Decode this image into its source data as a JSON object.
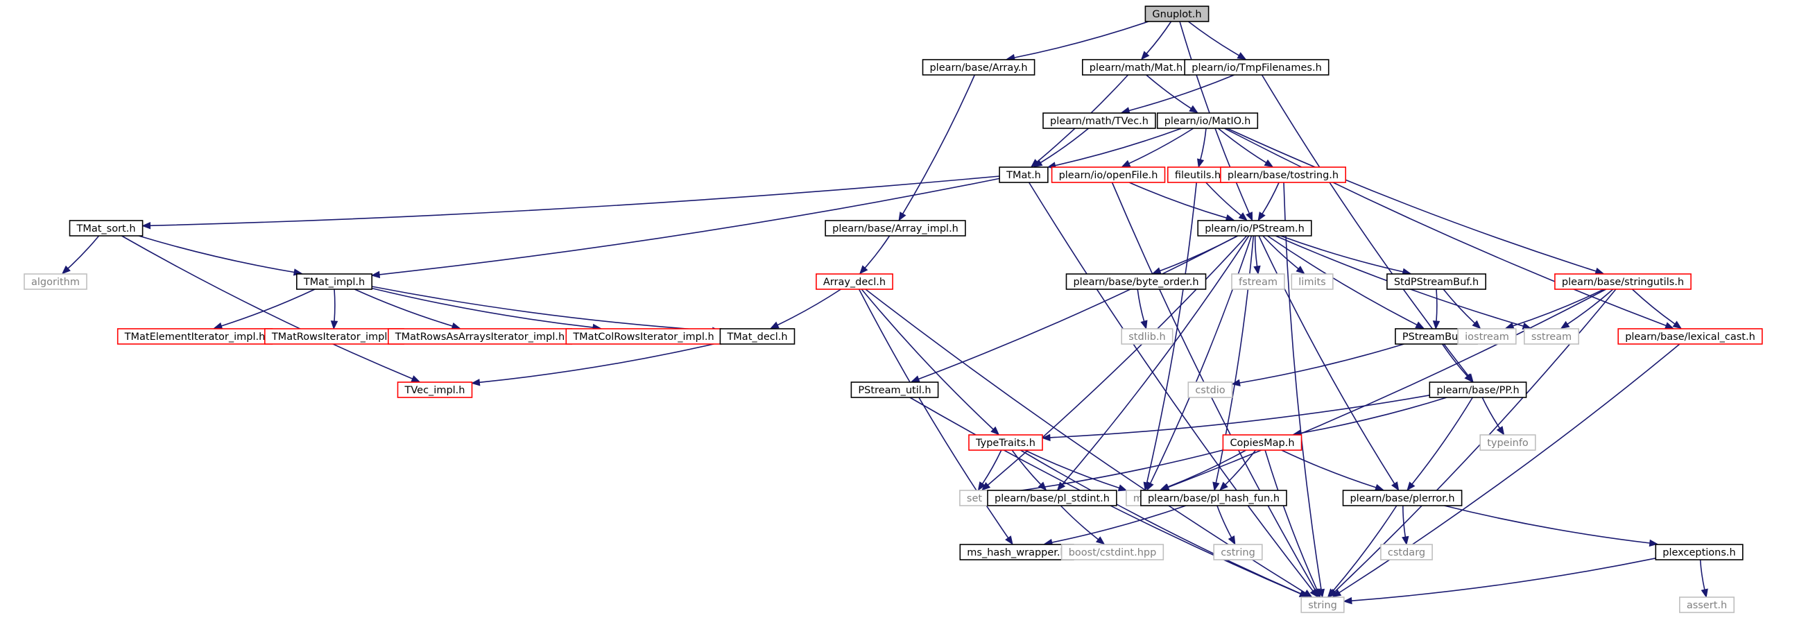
{
  "colors": {
    "edge": "#191970",
    "node_border": "#000000",
    "node_border_red": "#ff0000",
    "node_border_system": "#bfbfbf",
    "node_fill": "#ffffff",
    "root_fill": "#bfbfbf",
    "text": "#000000",
    "text_system": "#808080"
  },
  "nodes": [
    {
      "id": "gnuplot",
      "label": "Gnuplot.h",
      "style": "root"
    },
    {
      "id": "array",
      "label": "plearn/base/Array.h",
      "style": "normal"
    },
    {
      "id": "mat",
      "label": "plearn/math/Mat.h",
      "style": "normal"
    },
    {
      "id": "tmpfilenames",
      "label": "plearn/io/TmpFilenames.h",
      "style": "normal"
    },
    {
      "id": "tvec",
      "label": "plearn/math/TVec.h",
      "style": "normal"
    },
    {
      "id": "matio",
      "label": "plearn/io/MatIO.h",
      "style": "normal"
    },
    {
      "id": "tmat",
      "label": "TMat.h",
      "style": "normal"
    },
    {
      "id": "openfile",
      "label": "plearn/io/openFile.h",
      "style": "red"
    },
    {
      "id": "fileutils",
      "label": "fileutils.h",
      "style": "red"
    },
    {
      "id": "tostring",
      "label": "plearn/base/tostring.h",
      "style": "red"
    },
    {
      "id": "tmatsort",
      "label": "TMat_sort.h",
      "style": "normal"
    },
    {
      "id": "arrayimpl",
      "label": "plearn/base/Array_impl.h",
      "style": "normal"
    },
    {
      "id": "pstream",
      "label": "plearn/io/PStream.h",
      "style": "normal"
    },
    {
      "id": "algorithm",
      "label": "algorithm",
      "style": "system"
    },
    {
      "id": "tmatimpl",
      "label": "TMat_impl.h",
      "style": "normal"
    },
    {
      "id": "arraydecl",
      "label": "Array_decl.h",
      "style": "red"
    },
    {
      "id": "byteorder",
      "label": "plearn/base/byte_order.h",
      "style": "normal"
    },
    {
      "id": "fstream",
      "label": "fstream",
      "style": "system"
    },
    {
      "id": "limits",
      "label": "limits",
      "style": "system"
    },
    {
      "id": "stdpstreambuf",
      "label": "StdPStreamBuf.h",
      "style": "normal"
    },
    {
      "id": "stringutils",
      "label": "plearn/base/stringutils.h",
      "style": "red"
    },
    {
      "id": "tmatelemiter",
      "label": "TMatElementIterator_impl.h",
      "style": "red"
    },
    {
      "id": "tmatrowsiter",
      "label": "TMatRowsIterator_impl.h",
      "style": "red"
    },
    {
      "id": "tmatrowsasarrays",
      "label": "TMatRowsAsArraysIterator_impl.h",
      "style": "red"
    },
    {
      "id": "tmatcolrows",
      "label": "TMatColRowsIterator_impl.h",
      "style": "red"
    },
    {
      "id": "tmatdecl",
      "label": "TMat_decl.h",
      "style": "normal"
    },
    {
      "id": "stdlib",
      "label": "stdlib.h",
      "style": "system"
    },
    {
      "id": "pstreambuf",
      "label": "PStreamBuf.h",
      "style": "normal"
    },
    {
      "id": "iostream",
      "label": "iostream",
      "style": "system"
    },
    {
      "id": "sstream",
      "label": "sstream",
      "style": "system"
    },
    {
      "id": "lexicalcast",
      "label": "plearn/base/lexical_cast.h",
      "style": "red"
    },
    {
      "id": "tvecimpl",
      "label": "TVec_impl.h",
      "style": "red"
    },
    {
      "id": "cstdio",
      "label": "cstdio",
      "style": "system"
    },
    {
      "id": "pp",
      "label": "plearn/base/PP.h",
      "style": "normal"
    },
    {
      "id": "pstreamutil",
      "label": "PStream_util.h",
      "style": "normal"
    },
    {
      "id": "typetraits",
      "label": "TypeTraits.h",
      "style": "red"
    },
    {
      "id": "copiesmap",
      "label": "CopiesMap.h",
      "style": "red"
    },
    {
      "id": "typeinfo",
      "label": "typeinfo",
      "style": "system"
    },
    {
      "id": "set",
      "label": "set",
      "style": "system"
    },
    {
      "id": "plstdint",
      "label": "plearn/base/pl_stdint.h",
      "style": "normal"
    },
    {
      "id": "map",
      "label": "map",
      "style": "system"
    },
    {
      "id": "plhashfun",
      "label": "plearn/base/pl_hash_fun.h",
      "style": "normal"
    },
    {
      "id": "plerror",
      "label": "plearn/base/plerror.h",
      "style": "normal"
    },
    {
      "id": "mshash",
      "label": "ms_hash_wrapper.h",
      "style": "normal"
    },
    {
      "id": "boostcstdint",
      "label": "boost/cstdint.hpp",
      "style": "system"
    },
    {
      "id": "cstring",
      "label": "cstring",
      "style": "system"
    },
    {
      "id": "cstdarg",
      "label": "cstdarg",
      "style": "system"
    },
    {
      "id": "plexceptions",
      "label": "plexceptions.h",
      "style": "normal"
    },
    {
      "id": "string",
      "label": "string",
      "style": "system"
    },
    {
      "id": "asserth",
      "label": "assert.h",
      "style": "system"
    }
  ],
  "edges": [
    [
      "gnuplot",
      "array"
    ],
    [
      "gnuplot",
      "mat"
    ],
    [
      "gnuplot",
      "tmpfilenames"
    ],
    [
      "gnuplot",
      "pstream"
    ],
    [
      "array",
      "arrayimpl"
    ],
    [
      "mat",
      "tmat"
    ],
    [
      "mat",
      "matio"
    ],
    [
      "tmpfilenames",
      "tvec"
    ],
    [
      "tmpfilenames",
      "pp"
    ],
    [
      "tvec",
      "tmat"
    ],
    [
      "matio",
      "tmat"
    ],
    [
      "matio",
      "openfile"
    ],
    [
      "matio",
      "fileutils"
    ],
    [
      "matio",
      "tostring"
    ],
    [
      "matio",
      "stringutils"
    ],
    [
      "matio",
      "lexicalcast"
    ],
    [
      "tmat",
      "tmatsort"
    ],
    [
      "tmat",
      "tmatimpl"
    ],
    [
      "tmat",
      "string"
    ],
    [
      "openfile",
      "pstream"
    ],
    [
      "openfile",
      "string"
    ],
    [
      "fileutils",
      "pstream"
    ],
    [
      "fileutils",
      "map"
    ],
    [
      "tostring",
      "pstream"
    ],
    [
      "tostring",
      "string"
    ],
    [
      "tmatsort",
      "algorithm"
    ],
    [
      "tmatsort",
      "tmatimpl"
    ],
    [
      "tmatsort",
      "tvecimpl"
    ],
    [
      "arrayimpl",
      "arraydecl"
    ],
    [
      "pstream",
      "byteorder"
    ],
    [
      "pstream",
      "fstream"
    ],
    [
      "pstream",
      "limits"
    ],
    [
      "pstream",
      "stdpstreambuf"
    ],
    [
      "pstream",
      "sstream"
    ],
    [
      "pstream",
      "pstreambuf"
    ],
    [
      "pstream",
      "pstreamutil"
    ],
    [
      "pstream",
      "set"
    ],
    [
      "pstream",
      "map"
    ],
    [
      "pstream",
      "plstdint"
    ],
    [
      "pstream",
      "plhashfun"
    ],
    [
      "pstream",
      "plerror"
    ],
    [
      "tmatimpl",
      "tmatelemiter"
    ],
    [
      "tmatimpl",
      "tmatrowsiter"
    ],
    [
      "tmatimpl",
      "tmatrowsasarrays"
    ],
    [
      "tmatimpl",
      "tmatcolrows"
    ],
    [
      "tmatimpl",
      "tmatdecl"
    ],
    [
      "arraydecl",
      "tmatdecl"
    ],
    [
      "arraydecl",
      "typetraits"
    ],
    [
      "arraydecl",
      "mshash"
    ],
    [
      "arraydecl",
      "string"
    ],
    [
      "byteorder",
      "stdlib"
    ],
    [
      "stdpstreambuf",
      "iostream"
    ],
    [
      "stdpstreambuf",
      "pstreambuf"
    ],
    [
      "stringutils",
      "iostream"
    ],
    [
      "stringutils",
      "sstream"
    ],
    [
      "stringutils",
      "lexicalcast"
    ],
    [
      "stringutils",
      "map"
    ],
    [
      "stringutils",
      "string"
    ],
    [
      "tmatdecl",
      "tvecimpl"
    ],
    [
      "pstreambuf",
      "cstdio"
    ],
    [
      "pstreambuf",
      "pp"
    ],
    [
      "lexicalcast",
      "string"
    ],
    [
      "pp",
      "typetraits"
    ],
    [
      "pp",
      "copiesmap"
    ],
    [
      "pp",
      "typeinfo"
    ],
    [
      "pp",
      "plerror"
    ],
    [
      "pstreamutil",
      "string"
    ],
    [
      "typetraits",
      "set"
    ],
    [
      "typetraits",
      "plstdint"
    ],
    [
      "typetraits",
      "map"
    ],
    [
      "typetraits",
      "string"
    ],
    [
      "copiesmap",
      "set"
    ],
    [
      "copiesmap",
      "map"
    ],
    [
      "copiesmap",
      "plhashfun"
    ],
    [
      "copiesmap",
      "plerror"
    ],
    [
      "copiesmap",
      "string"
    ],
    [
      "plstdint",
      "boostcstdint"
    ],
    [
      "plhashfun",
      "mshash"
    ],
    [
      "plhashfun",
      "cstring"
    ],
    [
      "plerror",
      "cstdarg"
    ],
    [
      "plerror",
      "plexceptions"
    ],
    [
      "plerror",
      "string"
    ],
    [
      "plexceptions",
      "asserth"
    ],
    [
      "plexceptions",
      "string"
    ]
  ]
}
